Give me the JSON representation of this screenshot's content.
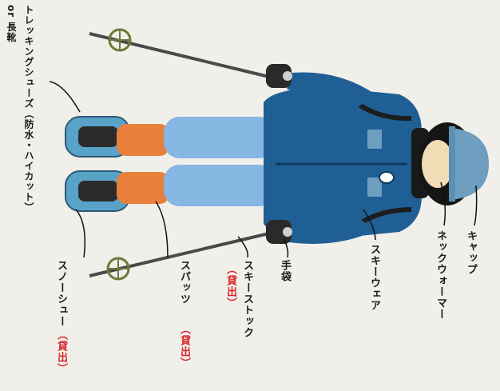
{
  "labels": {
    "cap": "キャップ",
    "neck_warmer": "ネックウォーマー",
    "ski_wear": "スキーウェア",
    "gloves": "手袋",
    "ski_stock": "スキーストック",
    "ski_stock_rental": "（貸出）",
    "spats": "スパッツ",
    "spats_rental": "（貸出）",
    "snowshoe": "スノーシュー",
    "snowshoe_rental": "（貸出）",
    "trekking_shoes": "トレッキングシューズ（防水・ハイカット）",
    "long_boots": "or 長靴"
  },
  "colors": {
    "jacket": "#1f5f95",
    "pants": "#86b6e2",
    "spats": "#e8803c",
    "cap": "#6d9ec0",
    "rental_text": "#d8262c"
  }
}
